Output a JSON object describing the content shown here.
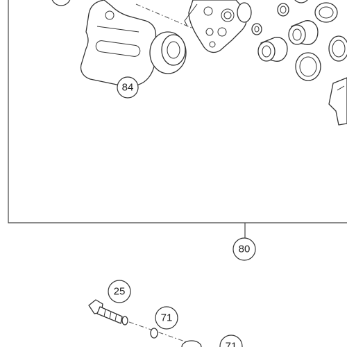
{
  "callouts": {
    "c84": "84",
    "c80": "80",
    "c25": "25",
    "c71a": "71",
    "c71b": "71"
  },
  "colors": {
    "line": "#333333",
    "background": "#ffffff"
  }
}
